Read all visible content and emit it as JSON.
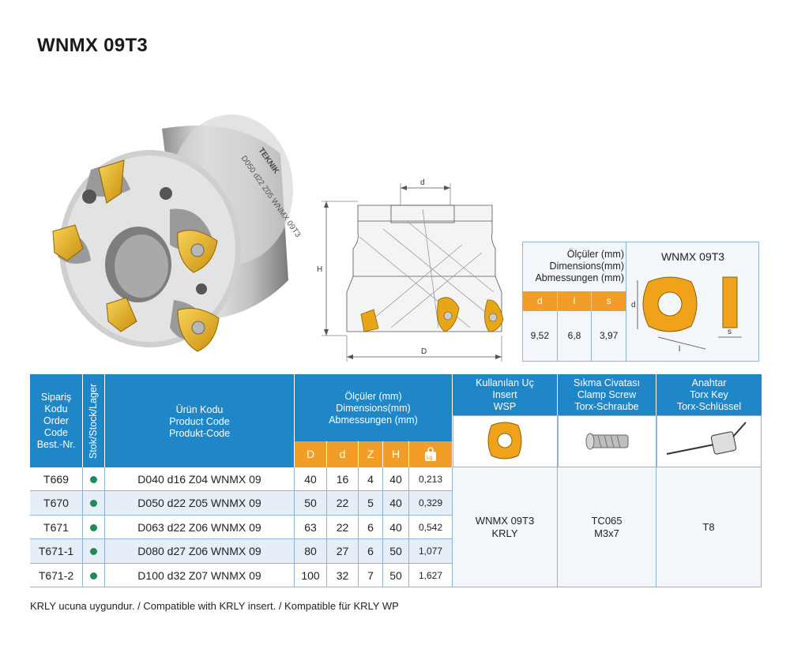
{
  "title": "WNMX 09T3",
  "drawing": {
    "d_label": "d",
    "H_label": "H",
    "D_label": "D"
  },
  "dim_box": {
    "header_tr": "Ölçüler (mm)",
    "header_en": "Dimensions(mm)",
    "header_de": "Abmessungen (mm)",
    "cols": [
      "d",
      "l",
      "s"
    ],
    "values": [
      "9,52",
      "6,8",
      "3,97"
    ],
    "insert_title": "WNMX 09T3",
    "label_d": "d",
    "label_l": "l",
    "label_s": "s"
  },
  "table": {
    "headers": {
      "order_code": [
        "Sipariş",
        "Kodu",
        "Order",
        "Code",
        "Best.-Nr."
      ],
      "stock": "Stok/Stock/Lager",
      "product_code": [
        "Ürün Kodu",
        "Product Code",
        "Produkt-Code"
      ],
      "dimensions": [
        "Ölçüler (mm)",
        "Dimensions(mm)",
        "Abmessungen (mm)"
      ],
      "dim_cols": [
        "D",
        "d",
        "Z",
        "H"
      ],
      "insert": [
        "Kullanılan Uç",
        "Insert",
        "WSP"
      ],
      "screw": [
        "Sıkma Civatası",
        "Clamp Screw",
        "Torx-Schraube"
      ],
      "key": [
        "Anahtar",
        "Torx Key",
        "Torx-Schlüssel"
      ]
    },
    "rows": [
      {
        "order": "T669",
        "product": "D040 d16 Z04 WNMX 09",
        "D": "40",
        "d": "16",
        "Z": "4",
        "H": "40",
        "kg": "0,213"
      },
      {
        "order": "T670",
        "product": "D050 d22 Z05 WNMX 09",
        "D": "50",
        "d": "22",
        "Z": "5",
        "H": "40",
        "kg": "0,329"
      },
      {
        "order": "T671",
        "product": "D063 d22 Z06 WNMX 09",
        "D": "63",
        "d": "22",
        "Z": "6",
        "H": "40",
        "kg": "0,542"
      },
      {
        "order": "T671-1",
        "product": "D080 d27 Z06 WNMX 09",
        "D": "80",
        "d": "27",
        "Z": "6",
        "H": "50",
        "kg": "1,077"
      },
      {
        "order": "T671-2",
        "product": "D100 d32 Z07 WNMX 09",
        "D": "100",
        "d": "32",
        "Z": "7",
        "H": "50",
        "kg": "1,627"
      }
    ],
    "insert_value": [
      "WNMX 09T3",
      "KRLY"
    ],
    "screw_value": [
      "TC065",
      "M3x7"
    ],
    "key_value": "T8",
    "stock_color": "#1f8a5a"
  },
  "photo_engraving": "D050 d22 Z05 WNMX 09T3",
  "photo_brand": "TEKNIK",
  "footnote": "KRLY ucuna uygundur. / Compatible with KRLY insert. / Kompatible für KRLY WP",
  "colors": {
    "header_blue": "#1f86c8",
    "accent_orange": "#f29d28",
    "border": "#8fb3d4"
  }
}
